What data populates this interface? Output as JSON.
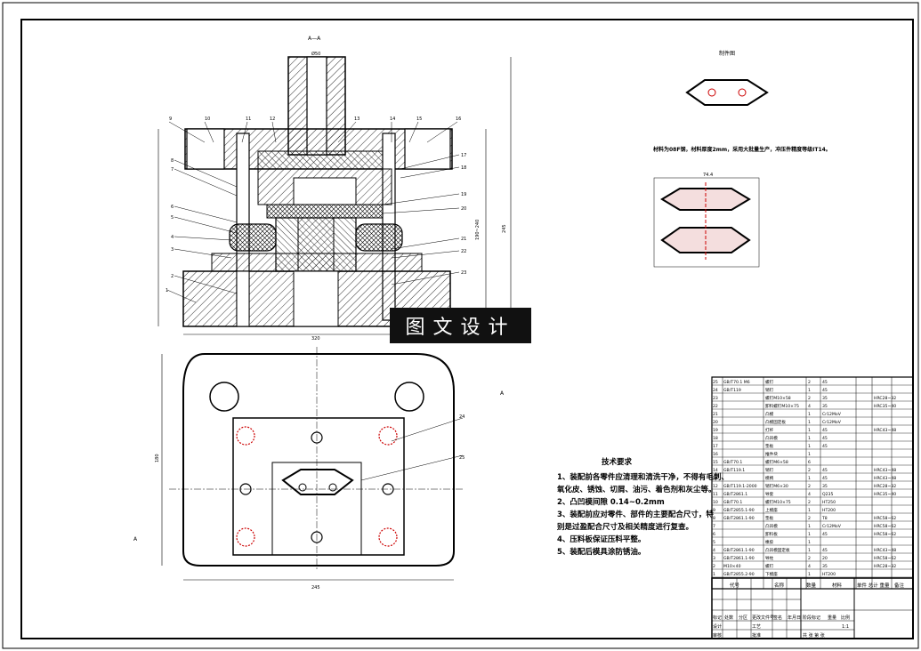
{
  "title_section": {
    "section_label": "A—A",
    "view_label": "A"
  },
  "dims": {
    "d_top": "Ø50",
    "h_total": "245",
    "h_mid": "190~240",
    "w_bottom": "320",
    "plan_w": "245",
    "plan_h": "180"
  },
  "part_numbers": [
    "1",
    "2",
    "3",
    "4",
    "5",
    "6",
    "7",
    "8",
    "9",
    "10",
    "11",
    "12",
    "13",
    "14",
    "15",
    "16",
    "17",
    "18",
    "19",
    "20",
    "21",
    "22",
    "23",
    "24",
    "25"
  ],
  "part_drawing_title": "制件图",
  "part_note": "材料为08F钢，材料厚度2mm，采用大批量生产，冲压件精度等级IT14。",
  "strip_dim": "74.4",
  "watermark": "图文设计",
  "tech_req": {
    "title": "技术要求",
    "lines": [
      "1、装配前各零件应清理和清洗干净，不得有毛刺、",
      "氧化皮、锈蚀、切屑、油污、着色剂和灰尘等。",
      "2、凸凹模间隙   0.14~0.2mm",
      "3、装配前应对零件、部件的主要配合尺寸，特",
      "别是过盈配合尺寸及相关精度进行复查。",
      "4、压料板保证压料平整。",
      "5、装配后模具涂防锈油。"
    ]
  },
  "bom_headers": {
    "code": "代号",
    "name": "名称",
    "qty": "数量",
    "material": "材料",
    "weight": "单件 总计 重量",
    "remark": "备注"
  },
  "bom_rows": [
    [
      "25",
      "GB/T70.1 M6",
      "螺钉",
      "2",
      "45",
      ""
    ],
    [
      "24",
      "GB/T119",
      "销钉",
      "1",
      "45",
      ""
    ],
    [
      "23",
      "",
      "螺钉M10×58",
      "2",
      "35",
      "HRC28~32"
    ],
    [
      "22",
      "",
      "卸料螺钉M10×75",
      "4",
      "35",
      "HRC35~40"
    ],
    [
      "21",
      "",
      "凸模",
      "1",
      "Cr12MoV",
      ""
    ],
    [
      "20",
      "",
      "凸模固定板",
      "1",
      "Cr12MoV",
      ""
    ],
    [
      "19",
      "",
      "打杆",
      "1",
      "45",
      "HRC43~48"
    ],
    [
      "18",
      "",
      "凸凹模",
      "1",
      "45",
      ""
    ],
    [
      "17",
      "",
      "垫板",
      "1",
      "45",
      ""
    ],
    [
      "16",
      "",
      "推件块",
      "1",
      "",
      ""
    ],
    [
      "15",
      "GB/T70.1",
      "螺钉M6×58",
      "6",
      "",
      ""
    ],
    [
      "14",
      "GB/T119.1",
      "销钉",
      "2",
      "45",
      "HRC43~48"
    ],
    [
      "13",
      "",
      "模柄",
      "1",
      "45",
      "HRC43~48"
    ],
    [
      "12",
      "GB/T119.1-2000",
      "销钉M6×30",
      "2",
      "35",
      "HRC28~32"
    ],
    [
      "11",
      "GB/T2861.1",
      "导套",
      "4",
      "Q235",
      "HRC35~40"
    ],
    [
      "10",
      "GB/T70.1",
      "螺钉M10×75",
      "2",
      "HT250",
      ""
    ],
    [
      "9",
      "GB/T2855.1-90",
      "上模座",
      "1",
      "HT200",
      ""
    ],
    [
      "8",
      "GB/T2861.1-90",
      "垫板",
      "2",
      "T8",
      "HRC58~62"
    ],
    [
      "7",
      "",
      "凸凹模",
      "1",
      "Cr12MoV",
      "HRC58~62"
    ],
    [
      "6",
      "",
      "卸料板",
      "1",
      "45",
      "HRC58~62"
    ],
    [
      "5",
      "",
      "橡胶",
      "1",
      "",
      ""
    ],
    [
      "4",
      "GB/T2861.1-90",
      "凸凹模固定板",
      "1",
      "45",
      "HRC43~48"
    ],
    [
      "3",
      "GB/T2861.1-90",
      "导柱",
      "2",
      "20",
      "HRC58~62"
    ],
    [
      "2",
      "M10×40",
      "螺钉",
      "4",
      "35",
      "HRC28~32"
    ],
    [
      "1",
      "GB/T2855.2-90",
      "下模座",
      "1",
      "HT200",
      ""
    ]
  ],
  "title_block": {
    "scale": "1:1",
    "sheet": "共 张 第 张",
    "rows": [
      "标记",
      "处数",
      "分区",
      "更改文件号",
      "签名",
      "年月日"
    ],
    "design": "设计",
    "check": "审核",
    "process": "工艺",
    "approve": "批准",
    "stage": "阶段标记",
    "mass": "重量",
    "ratio": "比例"
  }
}
